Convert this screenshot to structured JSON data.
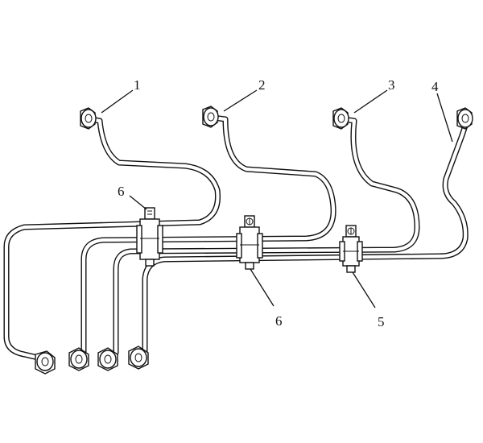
{
  "callouts": [
    {
      "id": "1",
      "text": "1"
    },
    {
      "id": "2",
      "text": "2"
    },
    {
      "id": "3",
      "text": "3"
    },
    {
      "id": "4",
      "text": "4"
    },
    {
      "id": "6a",
      "text": "6"
    },
    {
      "id": "6b",
      "text": "6"
    },
    {
      "id": "5",
      "text": "5"
    }
  ]
}
